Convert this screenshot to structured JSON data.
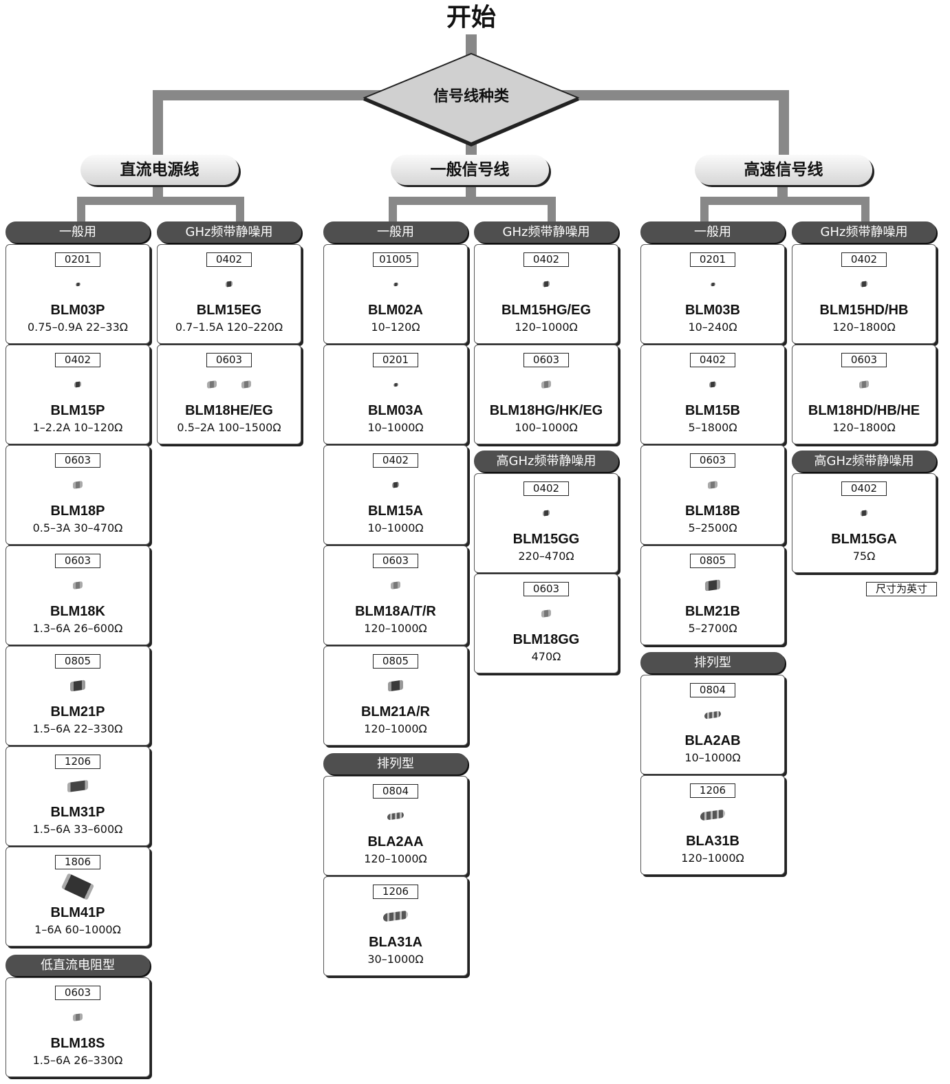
{
  "start": "开始",
  "decision": "信号线种类",
  "categories": {
    "dc": "直流电源线",
    "general": "一般信号线",
    "highspeed": "高速信号线"
  },
  "dc": {
    "general_head": "一般用",
    "ghz_head": "GHz频带静噪用",
    "lowr_head": "低直流电阻型",
    "general": [
      {
        "size": "0201",
        "name": "BLM03P",
        "spec": "0.75–0.9A  22–33Ω"
      },
      {
        "size": "0402",
        "name": "BLM15P",
        "spec": "1–2.2A  10–120Ω"
      },
      {
        "size": "0603",
        "name": "BLM18P",
        "spec": "0.5–3A  30–470Ω"
      },
      {
        "size": "0603",
        "name": "BLM18K",
        "spec": "1.3–6A  26–600Ω"
      },
      {
        "size": "0805",
        "name": "BLM21P",
        "spec": "1.5–6A  22–330Ω"
      },
      {
        "size": "1206",
        "name": "BLM31P",
        "spec": "1.5–6A  33–600Ω"
      },
      {
        "size": "1806",
        "name": "BLM41P",
        "spec": "1–6A  60–1000Ω"
      }
    ],
    "lowr": [
      {
        "size": "0603",
        "name": "BLM18S",
        "spec": "1.5–6A  26–330Ω"
      }
    ],
    "ghz": [
      {
        "size": "0402",
        "name": "BLM15EG",
        "spec": "0.7–1.5A  120–220Ω"
      },
      {
        "size": "0603",
        "name": "BLM18HE/EG",
        "spec": "0.5–2A  100–1500Ω"
      }
    ]
  },
  "general": {
    "general_head": "一般用",
    "ghz_head": "GHz频带静噪用",
    "array_head": "排列型",
    "highghz_head": "高GHz频带静噪用",
    "general": [
      {
        "size": "01005",
        "name": "BLM02A",
        "spec": "10–120Ω"
      },
      {
        "size": "0201",
        "name": "BLM03A",
        "spec": "10–1000Ω"
      },
      {
        "size": "0402",
        "name": "BLM15A",
        "spec": "10–1000Ω"
      },
      {
        "size": "0603",
        "name": "BLM18A/T/R",
        "spec": "120–1000Ω"
      },
      {
        "size": "0805",
        "name": "BLM21A/R",
        "spec": "120–1000Ω"
      }
    ],
    "array": [
      {
        "size": "0804",
        "name": "BLA2AA",
        "spec": "120–1000Ω"
      },
      {
        "size": "1206",
        "name": "BLA31A",
        "spec": "30–1000Ω"
      }
    ],
    "ghz": [
      {
        "size": "0402",
        "name": "BLM15HG/EG",
        "spec": "120–1000Ω"
      },
      {
        "size": "0603",
        "name": "BLM18HG/HK/EG",
        "spec": "100–1000Ω"
      }
    ],
    "highghz": [
      {
        "size": "0402",
        "name": "BLM15GG",
        "spec": "220–470Ω"
      },
      {
        "size": "0603",
        "name": "BLM18GG",
        "spec": "470Ω"
      }
    ]
  },
  "highspeed": {
    "general_head": "一般用",
    "ghz_head": "GHz频带静噪用",
    "array_head": "排列型",
    "highghz_head": "高GHz频带静噪用",
    "general": [
      {
        "size": "0201",
        "name": "BLM03B",
        "spec": "10–240Ω"
      },
      {
        "size": "0402",
        "name": "BLM15B",
        "spec": "5–1800Ω"
      },
      {
        "size": "0603",
        "name": "BLM18B",
        "spec": "5–2500Ω"
      },
      {
        "size": "0805",
        "name": "BLM21B",
        "spec": "5–2700Ω"
      }
    ],
    "array": [
      {
        "size": "0804",
        "name": "BLA2AB",
        "spec": "10–1000Ω"
      },
      {
        "size": "1206",
        "name": "BLA31B",
        "spec": "120–1000Ω"
      }
    ],
    "ghz": [
      {
        "size": "0402",
        "name": "BLM15HD/HB",
        "spec": "120–1800Ω"
      },
      {
        "size": "0603",
        "name": "BLM18HD/HB/HE",
        "spec": "120–1800Ω"
      }
    ],
    "highghz": [
      {
        "size": "0402",
        "name": "BLM15GA",
        "spec": "75Ω"
      }
    ]
  },
  "legend": "尺寸为英寸",
  "colors": {
    "connector": "#888888",
    "header": "#4f4f4f",
    "pill_top": "#fafafa",
    "pill_bottom": "#d6d6d6"
  }
}
